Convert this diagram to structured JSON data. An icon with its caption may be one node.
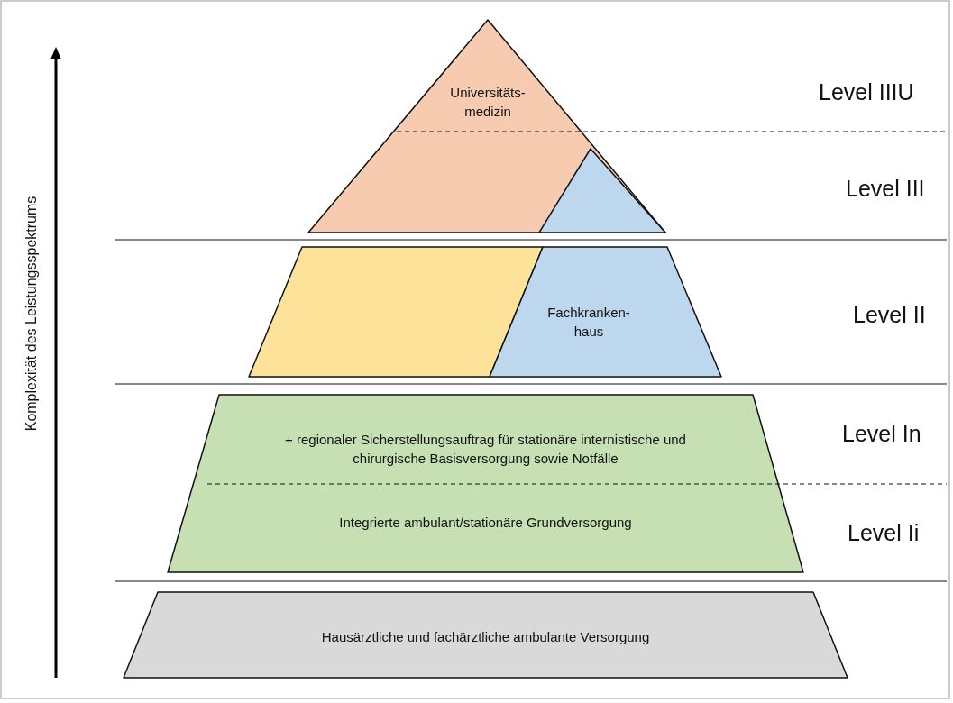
{
  "diagram": {
    "nodes": [
      {
        "text": [
          "Universitäts- medizin"
        ]
      },
      {
        "text": [],
        "shape": "triangle",
        "in": 0
      },
      {
        "text": [],
        "shape": "parallelogram"
      },
      {
        "text": [
          "Fachkranken- haus"
        ]
      },
      {
        "text": [
          "+ regionaler Sicherstellungsauftrag für stationäre internistische und chirurgische Basisversorgung sowie Notfälle",
          "Integrierte ambulant/stationäre Grundversorgung"
        ]
      },
      {
        "text": [
          "Hausärztliche und fachärztliche ambulante Versorgung"
        ]
      }
    ],
    "labels": [
      "Komplexität des Leistungsspektrums",
      "Level IIIU",
      "Level III",
      "Level II",
      "Level In",
      "Level Ii"
    ]
  }
}
